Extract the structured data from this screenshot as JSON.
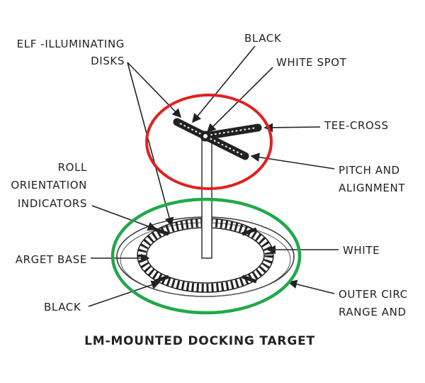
{
  "title": "LM-MOUNTED DOCKING TARGET",
  "labels": {
    "self_illuminating_1": "ELF -ILLUMINATING",
    "self_illuminating_2": "DISKS",
    "black_top": "BLACK",
    "white_spot": "WHITE SPOT",
    "tee_cross": "TEE-CROSS",
    "pitch_1": "PITCH AND",
    "pitch_2": "ALIGNMENT",
    "roll_1": "ROLL",
    "roll_2": "ORIENTATION",
    "roll_3": "INDICATORS",
    "target_base": "ARGET BASE",
    "white": "WHITE",
    "black_bottom": "BLACK",
    "outer_1": "OUTER CIRC",
    "outer_2": "RANGE AND"
  },
  "highlights": {
    "top_ellipse_color": "#e02020",
    "base_ellipse_color": "#22a84a"
  }
}
